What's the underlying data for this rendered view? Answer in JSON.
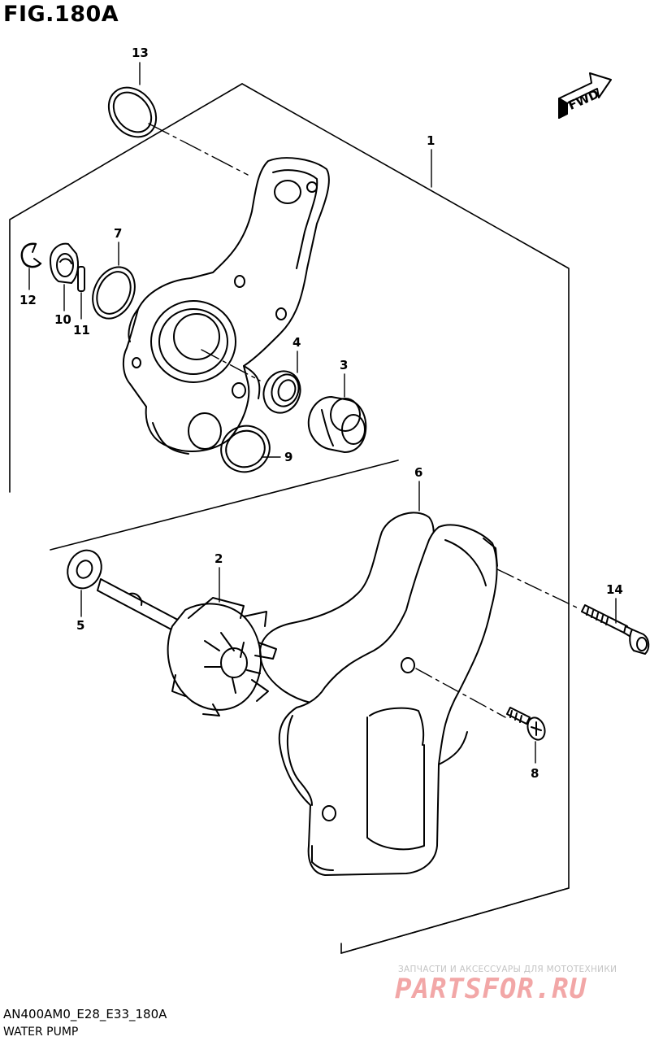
{
  "figure": {
    "title": "FIG.180A"
  },
  "direction_label": "FWD",
  "callouts": [
    {
      "id": "1",
      "label": "1"
    },
    {
      "id": "2",
      "label": "2"
    },
    {
      "id": "3",
      "label": "3"
    },
    {
      "id": "4",
      "label": "4"
    },
    {
      "id": "5",
      "label": "5"
    },
    {
      "id": "6",
      "label": "6"
    },
    {
      "id": "7",
      "label": "7"
    },
    {
      "id": "8",
      "label": "8"
    },
    {
      "id": "9",
      "label": "9"
    },
    {
      "id": "10",
      "label": "10"
    },
    {
      "id": "11",
      "label": "11"
    },
    {
      "id": "12",
      "label": "12"
    },
    {
      "id": "13",
      "label": "13"
    },
    {
      "id": "14",
      "label": "14"
    }
  ],
  "footer": {
    "model_code": "AN400AM0_E28_E33_180A",
    "section_name": "WATER PUMP"
  },
  "watermark": {
    "tagline": "ЗАПЧАСТИ И АКСЕССУАРЫ ДЛЯ МОТОТЕХНИКИ",
    "logo": "PARTSFOR.RU"
  },
  "colors": {
    "line": "#000000",
    "watermark_text": "#c4c4c4",
    "watermark_logo": "#f2a7a7"
  }
}
